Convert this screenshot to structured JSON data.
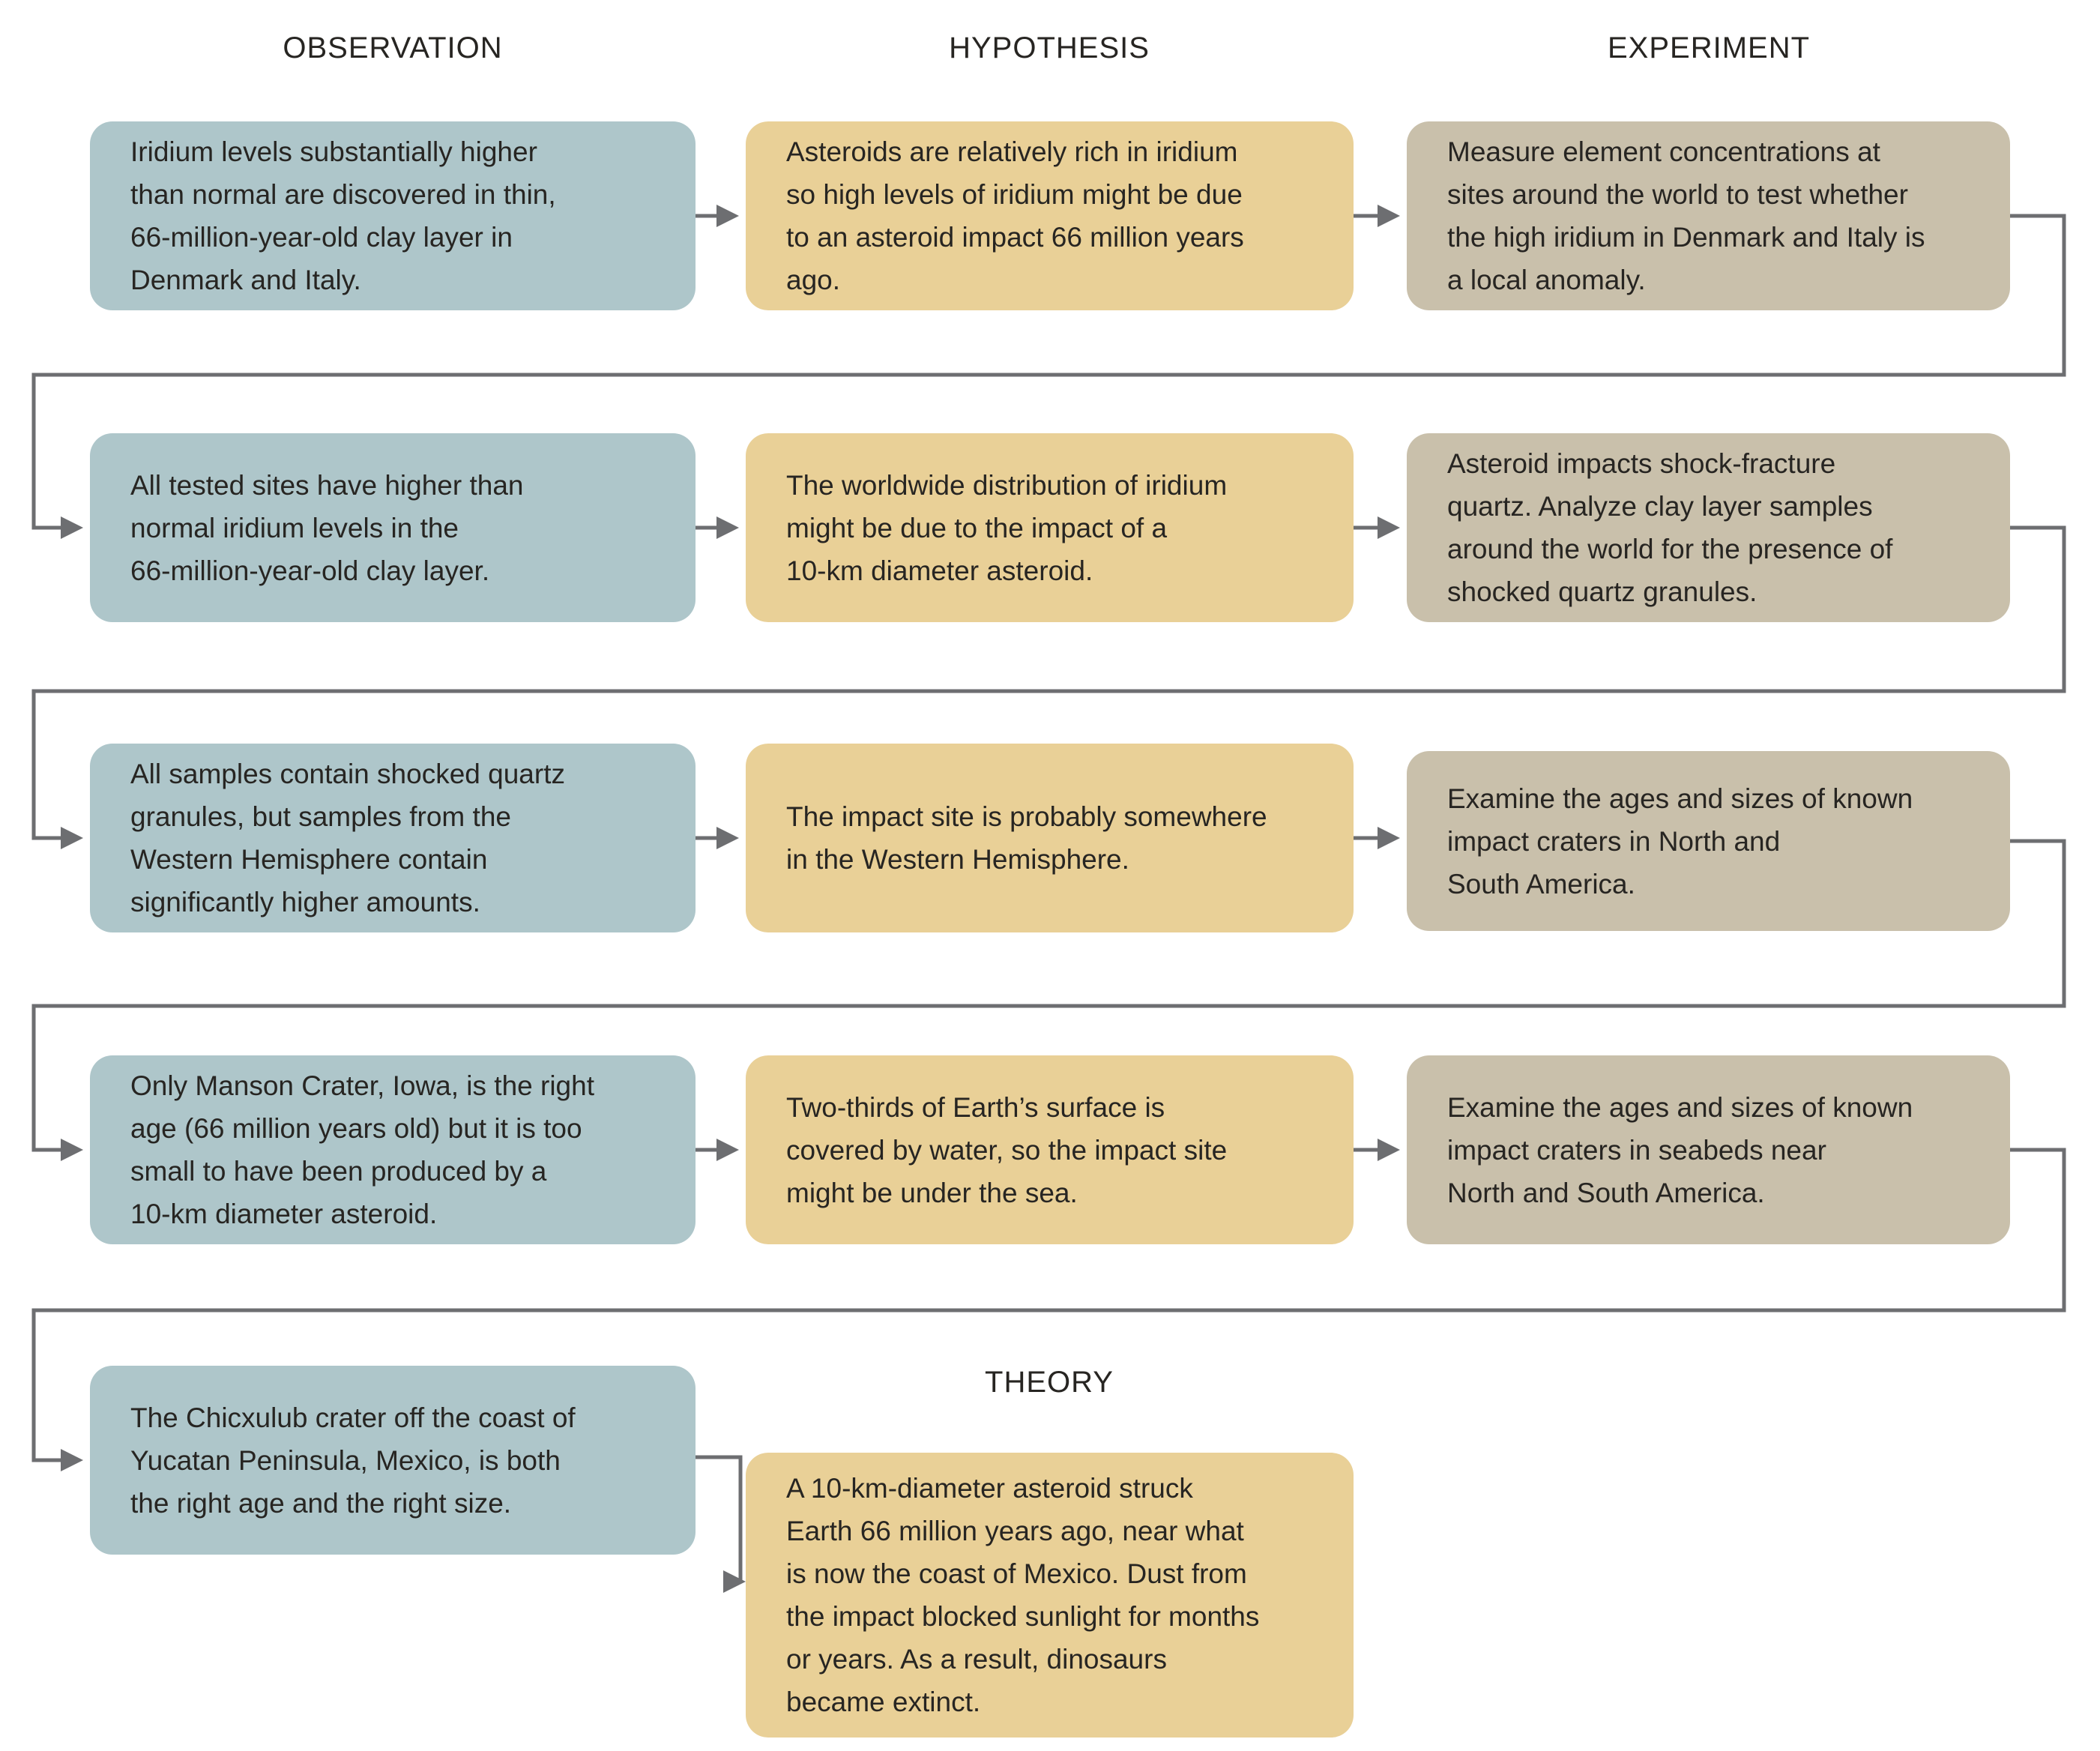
{
  "colors": {
    "observation_box": "#aec6ca",
    "hypothesis_box": "#e9d097",
    "experiment_box": "#c9c0ab",
    "connector": "#6d6e71",
    "text": "#272522",
    "background": "#ffffff"
  },
  "headers": {
    "observation": "OBSERVATION",
    "hypothesis": "HYPOTHESIS",
    "experiment": "EXPERIMENT",
    "theory": "THEORY"
  },
  "rows": [
    {
      "observation": "Iridium levels substantially higher\nthan normal are discovered in thin,\n66-million-year-old clay layer in\nDenmark and Italy.",
      "hypothesis": "Asteroids are relatively rich in iridium\nso high levels of iridium might be due\nto an asteroid impact 66 million years\nago.",
      "experiment": "Measure element concentrations at\nsites around the world to test whether\nthe high iridium in Denmark and Italy is\na local anomaly."
    },
    {
      "observation": "All tested sites have higher than\nnormal iridium levels in the\n66-million-year-old clay layer.",
      "hypothesis": "The worldwide distribution of iridium\nmight be due to the impact of a\n10-km diameter asteroid.",
      "experiment": "Asteroid impacts shock-fracture\nquartz. Analyze clay layer samples\naround the world for the presence of\nshocked quartz granules."
    },
    {
      "observation": "All samples contain shocked quartz\ngranules, but samples from the\nWestern Hemisphere contain\nsignificantly higher amounts.",
      "hypothesis": "The impact site is probably somewhere\nin the Western Hemisphere.",
      "experiment": "Examine the ages and sizes of known\nimpact craters in North and\nSouth America."
    },
    {
      "observation": "Only Manson Crater, Iowa, is the right\nage (66 million years old) but it is too\nsmall to have been produced by a\n10-km diameter asteroid.",
      "hypothesis": "Two-thirds of Earth’s surface is\ncovered by water, so the impact site\nmight be under the sea.",
      "experiment": "Examine the ages and sizes of known\nimpact craters in seabeds near\nNorth and South America."
    }
  ],
  "final": {
    "observation": "The Chicxulub crater off the coast of\nYucatan Peninsula, Mexico, is both\nthe right age and the right size.",
    "theory": "A 10-km-diameter asteroid struck\nEarth 66 million years ago, near what\nis now the coast of Mexico. Dust from\nthe impact blocked sunlight for months\nor years. As a result, dinosaurs\nbecame extinct."
  }
}
